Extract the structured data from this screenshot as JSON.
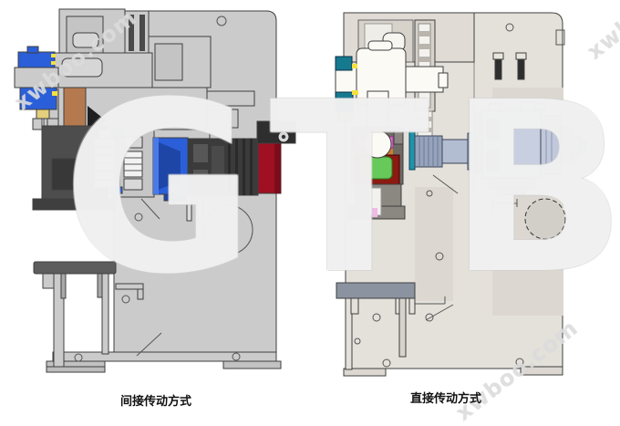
{
  "watermarks": {
    "site_text": "xwboo.com",
    "ghost_logo_text": "GTB"
  },
  "figures": [
    {
      "id": "indirect-drive",
      "caption": "间接传动方式",
      "colors": {
        "frame": "#cbcbcb",
        "outline": "#3f3f3f",
        "motor_coupling_blue": "#2b5fd9",
        "motor_body_dark": "#3b3b3b",
        "motor_endcap_red": "#9e1022",
        "connecting_rod_brown": "#b5794f",
        "bearing_blue": "#2b5fd9",
        "accent_yellow": "#f5e13d",
        "ram_housing": "#4d4d4d",
        "table_top": "#5d5d5d"
      }
    },
    {
      "id": "direct-drive",
      "caption": "直接传动方式",
      "colors": {
        "frame": "#e4e1db",
        "outline": "#3f3f3f",
        "crankshaft_white": "#fbfaf5",
        "bearing_teal": "#15798f",
        "ball_seat_green": "#66c95a",
        "seat_housing_red": "#8c1a10",
        "pin_pink": "#e570d8",
        "accent_yellow": "#f5e13d",
        "motor_body_steel": "#c8cfe1",
        "slide_gray": "#6e6a64",
        "table_top": "#8b93a1"
      }
    }
  ]
}
